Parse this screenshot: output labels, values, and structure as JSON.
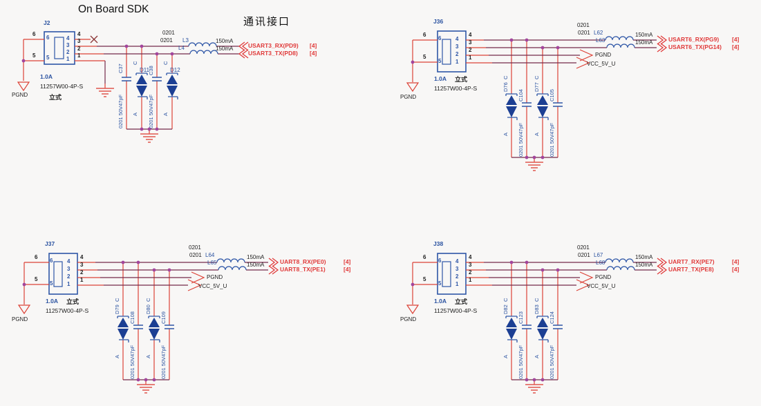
{
  "header": {
    "title": "On Board SDK",
    "subtitle": "通讯接口"
  },
  "accent_colors": {
    "wire_red": "#dc4237",
    "wire_maroon": "#73294a",
    "junction_dot": "#a2459c",
    "symbol_blue": "#2d55a6",
    "diode_fill": "#1c3f93",
    "ground_red": "#e0574d",
    "signal_red": "#e03a3a"
  },
  "blocks": [
    {
      "refdes": "J2",
      "pins": {
        "p1": "1",
        "p2": "2",
        "p3": "3",
        "p4": "4",
        "p5": "5",
        "p6": "6"
      },
      "current": "1.0A",
      "part": "11257W00-4P-S",
      "mount": "立式",
      "ground_label": "PGND",
      "size_codes": [
        "0201",
        "0201"
      ],
      "inductors": [
        {
          "ref": "L3",
          "rating": "150mA"
        },
        {
          "ref": "L4",
          "rating": "150mA"
        }
      ],
      "signals": [
        {
          "name": "USART3_RX(PD9)",
          "page": "[4]"
        },
        {
          "name": "USART3_TX(PD8)",
          "page": "[4]"
        }
      ],
      "capacitors": [
        {
          "ref": "C37",
          "value": "0201 50V47pF"
        },
        {
          "ref": "C38",
          "value": "0201 50V47pF"
        }
      ],
      "diodes": [
        {
          "ref": "D11",
          "cathode": "C",
          "anode": "A"
        },
        {
          "ref": "D12",
          "cathode": "C",
          "anode": "A"
        }
      ]
    },
    {
      "refdes": "J36",
      "pins": {
        "p1": "1",
        "p2": "2",
        "p3": "3",
        "p4": "4",
        "p5": "5",
        "p6": "6"
      },
      "current": "1.0A",
      "part": "11257W00-4P-S",
      "mount": "立式",
      "ground_label": "PGND",
      "size_codes": [
        "0201",
        "0201"
      ],
      "power_ports": {
        "pgnd": "PGND",
        "vcc": "VCC_5V_U"
      },
      "inductors": [
        {
          "ref": "L62",
          "rating": "150mA"
        },
        {
          "ref": "L63",
          "rating": "150mA"
        }
      ],
      "signals": [
        {
          "name": "USART6_RX(PG9)",
          "page": "[4]"
        },
        {
          "name": "USART6_TX(PG14)",
          "page": "[4]"
        }
      ],
      "capacitors": [
        {
          "ref": "C104",
          "value": "0201 50V47pF"
        },
        {
          "ref": "C105",
          "value": "0201 50V47pF"
        }
      ],
      "diodes": [
        {
          "ref": "D76",
          "cathode": "C",
          "anode": "A"
        },
        {
          "ref": "D77",
          "cathode": "C",
          "anode": "A"
        }
      ]
    },
    {
      "refdes": "J37",
      "pins": {
        "p1": "1",
        "p2": "2",
        "p3": "3",
        "p4": "4",
        "p5": "5",
        "p6": "6"
      },
      "current": "1.0A",
      "part": "11257W00-4P-S",
      "mount": "立式",
      "ground_label": "PGND",
      "size_codes": [
        "0201",
        "0201"
      ],
      "power_ports": {
        "pgnd": "PGND",
        "vcc": "VCC_5V_U"
      },
      "inductors": [
        {
          "ref": "L64",
          "rating": "150mA"
        },
        {
          "ref": "L65",
          "rating": "150mA"
        }
      ],
      "signals": [
        {
          "name": "UART8_RX(PE0)",
          "page": "[4]"
        },
        {
          "name": "UART8_TX(PE1)",
          "page": "[4]"
        }
      ],
      "capacitors": [
        {
          "ref": "C108",
          "value": "0201 50V47pF"
        },
        {
          "ref": "C109",
          "value": "0201 50V47pF"
        }
      ],
      "diodes": [
        {
          "ref": "D79",
          "cathode": "C",
          "anode": "A"
        },
        {
          "ref": "D80",
          "cathode": "C",
          "anode": "A"
        }
      ]
    },
    {
      "refdes": "J38",
      "pins": {
        "p1": "1",
        "p2": "2",
        "p3": "3",
        "p4": "4",
        "p5": "5",
        "p6": "6"
      },
      "current": "1.0A",
      "part": "11257W00-4P-S",
      "mount": "立式",
      "ground_label": "PGND",
      "size_codes": [
        "0201",
        "0201"
      ],
      "power_ports": {
        "pgnd": "PGND",
        "vcc": "VCC_5V_U"
      },
      "inductors": [
        {
          "ref": "L67",
          "rating": "150mA"
        },
        {
          "ref": "L68",
          "rating": "150mA"
        }
      ],
      "signals": [
        {
          "name": "UART7_RX(PE7)",
          "page": "[4]"
        },
        {
          "name": "UART7_TX(PE8)",
          "page": "[4]"
        }
      ],
      "capacitors": [
        {
          "ref": "C123",
          "value": "0201 50V47pF"
        },
        {
          "ref": "C124",
          "value": "0201 50V47pF"
        }
      ],
      "diodes": [
        {
          "ref": "D82",
          "cathode": "C",
          "anode": "A"
        },
        {
          "ref": "D83",
          "cathode": "C",
          "anode": "A"
        }
      ]
    }
  ]
}
